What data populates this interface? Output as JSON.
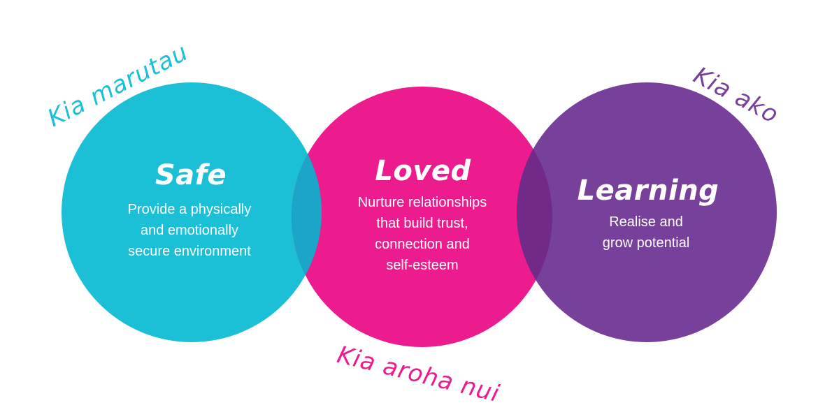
{
  "colors": {
    "safe": "#1bc0d6",
    "loved": "#ec1c8f",
    "learning": "#77409a",
    "safe_loved_overlap": "#1ba5c8",
    "loved_learning_overlap": "#722a88"
  },
  "values": [
    {
      "id": "safe",
      "title": "Safe",
      "description": [
        "Provide a physically",
        "and emotionally",
        "secure environment"
      ],
      "maori_label": "Kia marutau"
    },
    {
      "id": "loved",
      "title": "Loved",
      "description": [
        "Nurture relationships",
        "that build trust,",
        "connection and",
        "self-esteem"
      ],
      "maori_label": "Kia aroha nui"
    },
    {
      "id": "learning",
      "title": "Learning",
      "description": [
        "Realise and",
        "grow potential"
      ],
      "maori_label": "Kia ako"
    }
  ]
}
